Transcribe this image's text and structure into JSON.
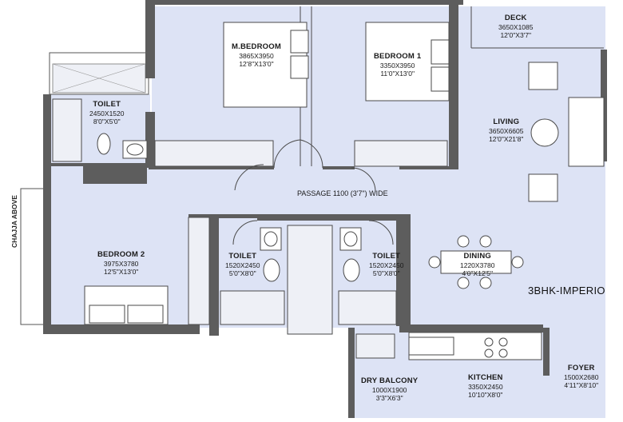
{
  "plan": {
    "unit_name": "3BHK-IMPERIO",
    "passage": "PASSAGE 1100 (3'7\") WIDE",
    "chajja": "CHAJJA ABOVE",
    "colors": {
      "floor": "#dde3f5",
      "wall": "#5d5d5d",
      "line": "#4a4a4a",
      "furniture": "#ffffff"
    },
    "rooms": [
      {
        "id": "deck",
        "name": "DECK",
        "metric": "3650X1085",
        "imperial": "12'0\"X3'7\""
      },
      {
        "id": "mbed",
        "name": "M.BEDROOM",
        "metric": "3865X3950",
        "imperial": "12'8\"X13'0\""
      },
      {
        "id": "bed1",
        "name": "BEDROOM 1",
        "metric": "3350X3950",
        "imperial": "11'0\"X13'0\""
      },
      {
        "id": "toilet1",
        "name": "TOILET",
        "metric": "2450X1520",
        "imperial": "8'0\"X5'0\""
      },
      {
        "id": "living",
        "name": "LIVING",
        "metric": "3650X6605",
        "imperial": "12'0\"X21'8\""
      },
      {
        "id": "bed2",
        "name": "BEDROOM 2",
        "metric": "3975X3780",
        "imperial": "12'5\"X13'0\""
      },
      {
        "id": "toilet2",
        "name": "TOILET",
        "metric": "1520X2450",
        "imperial": "5'0\"X8'0\""
      },
      {
        "id": "toilet3",
        "name": "TOILET",
        "metric": "1520X2450",
        "imperial": "5'0\"X8'0\""
      },
      {
        "id": "dining",
        "name": "DINING",
        "metric": "1220X3780",
        "imperial": "4'0\"X12'5\""
      },
      {
        "id": "dry",
        "name": "DRY BALCONY",
        "metric": "1000X1900",
        "imperial": "3'3\"X6'3\""
      },
      {
        "id": "kitchen",
        "name": "KITCHEN",
        "metric": "3350X2450",
        "imperial": "10'10\"X8'0\""
      },
      {
        "id": "foyer",
        "name": "FOYER",
        "metric": "1500X2680",
        "imperial": "4'11\"X8'10\""
      }
    ]
  }
}
